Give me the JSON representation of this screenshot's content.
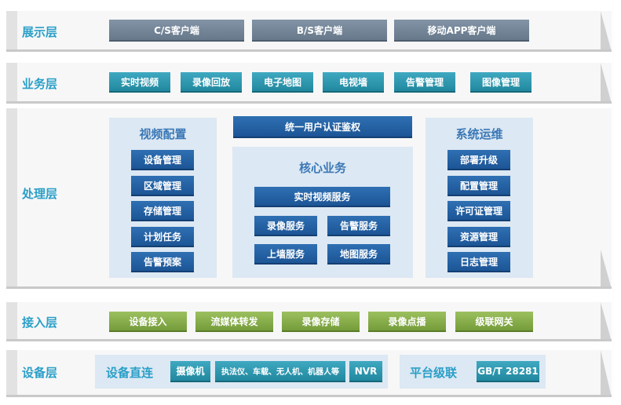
{
  "layers": {
    "presentation": {
      "title": "展示层",
      "items": [
        "C/S客户端",
        "B/S客户端",
        "移动APP客户端"
      ]
    },
    "business": {
      "title": "业务层",
      "items": [
        "实时视频",
        "录像回放",
        "电子地图",
        "电视墙",
        "告警管理",
        "图像管理"
      ]
    },
    "processing": {
      "title": "处理层",
      "auth": "统一用户认证鉴权",
      "video_config": {
        "title": "视频配置",
        "items": [
          "设备管理",
          "区域管理",
          "存储管理",
          "计划任务",
          "告警预案"
        ]
      },
      "core": {
        "title": "核心业务",
        "main": "实时视频服务",
        "items": [
          "录像服务",
          "告警服务",
          "上墙服务",
          "地图服务"
        ]
      },
      "ops": {
        "title": "系统运维",
        "items": [
          "部署升级",
          "配置管理",
          "许可证管理",
          "资源管理",
          "日志管理"
        ]
      }
    },
    "access": {
      "title": "接入层",
      "items": [
        "设备接入",
        "流媒体转发",
        "录像存储",
        "录像点播",
        "级联网关"
      ]
    },
    "device": {
      "title": "设备层",
      "direct": {
        "title": "设备直连",
        "items": [
          "摄像机",
          "执法仪、车载、无人机、机器人等",
          "NVR"
        ]
      },
      "cascade": {
        "title": "平台级联",
        "items": [
          "GB/T 28281"
        ]
      }
    }
  }
}
